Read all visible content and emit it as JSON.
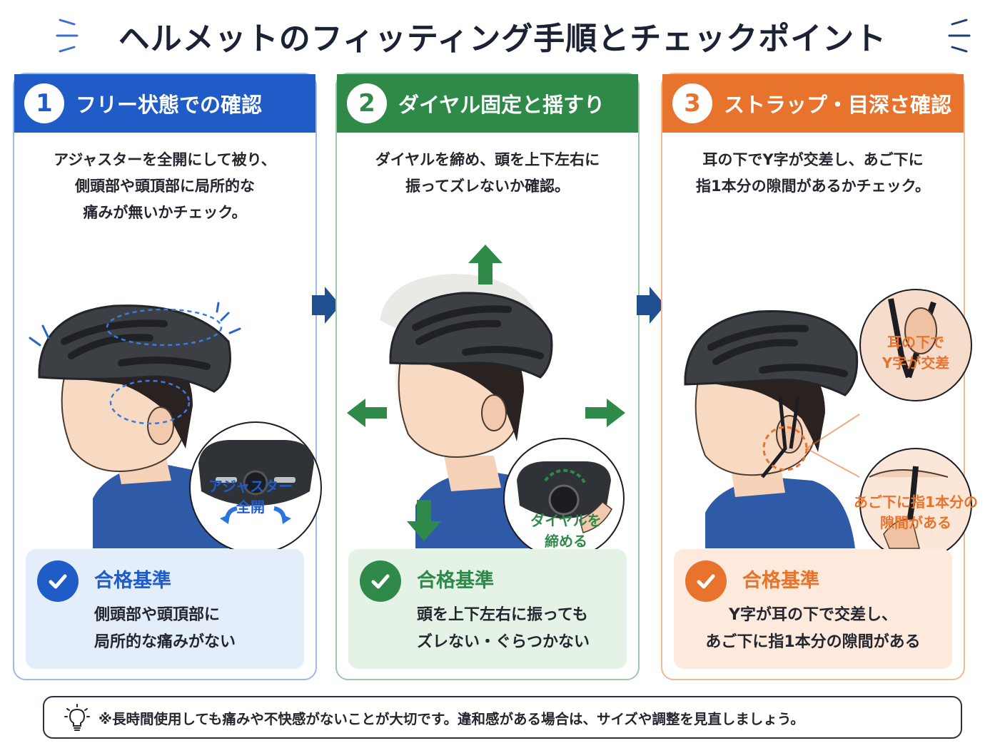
{
  "title": "ヘルメットのフィッティング手順とチェックポイント",
  "colors": {
    "blue": "#1f5cc8",
    "green": "#2f8a4a",
    "orange": "#e8732c",
    "flow_arrow": "#1f4f8f"
  },
  "steps": [
    {
      "number": "1",
      "heading": "フリー状態での確認",
      "description": [
        "アジャスターを全開にして被り、",
        "側頭部や頭頂部に局所的な",
        "痛みが無いかチェック。"
      ],
      "callouts": [
        "アジャスター",
        "全開"
      ],
      "criteria_title": "合格基準",
      "criteria_text": [
        "側頭部や頭頂部に",
        "局所的な痛みがない"
      ]
    },
    {
      "number": "2",
      "heading": "ダイヤル固定と揺すり",
      "description": [
        "ダイヤルを締め、頭を上下左右に",
        "振ってズレないか確認。"
      ],
      "callouts": [
        "ダイヤルを",
        "締める"
      ],
      "criteria_title": "合格基準",
      "criteria_text": [
        "頭を上下左右に振っても",
        "ズレない・ぐらつかない"
      ]
    },
    {
      "number": "3",
      "heading": "ストラップ・目深さ確認",
      "description": [
        "耳の下でY字が交差し、あご下に",
        "指1本分の隙間があるかチェック。"
      ],
      "callouts": [
        "耳の下で",
        "Y字が交差",
        "あご下に指1本分の",
        "隙間がある"
      ],
      "criteria_title": "合格基準",
      "criteria_text": [
        "Y字が耳の下で交差し、",
        "あご下に指1本分の隙間がある"
      ]
    }
  ],
  "note": "※長時間使用しても痛みや不快感がないことが大切です。違和感がある場合は、サイズや調整を見直しましょう。",
  "icons": [
    "check-icon",
    "lightbulb-icon",
    "flow-arrow-icon",
    "helmet-illustration",
    "direction-arrow-icon"
  ]
}
